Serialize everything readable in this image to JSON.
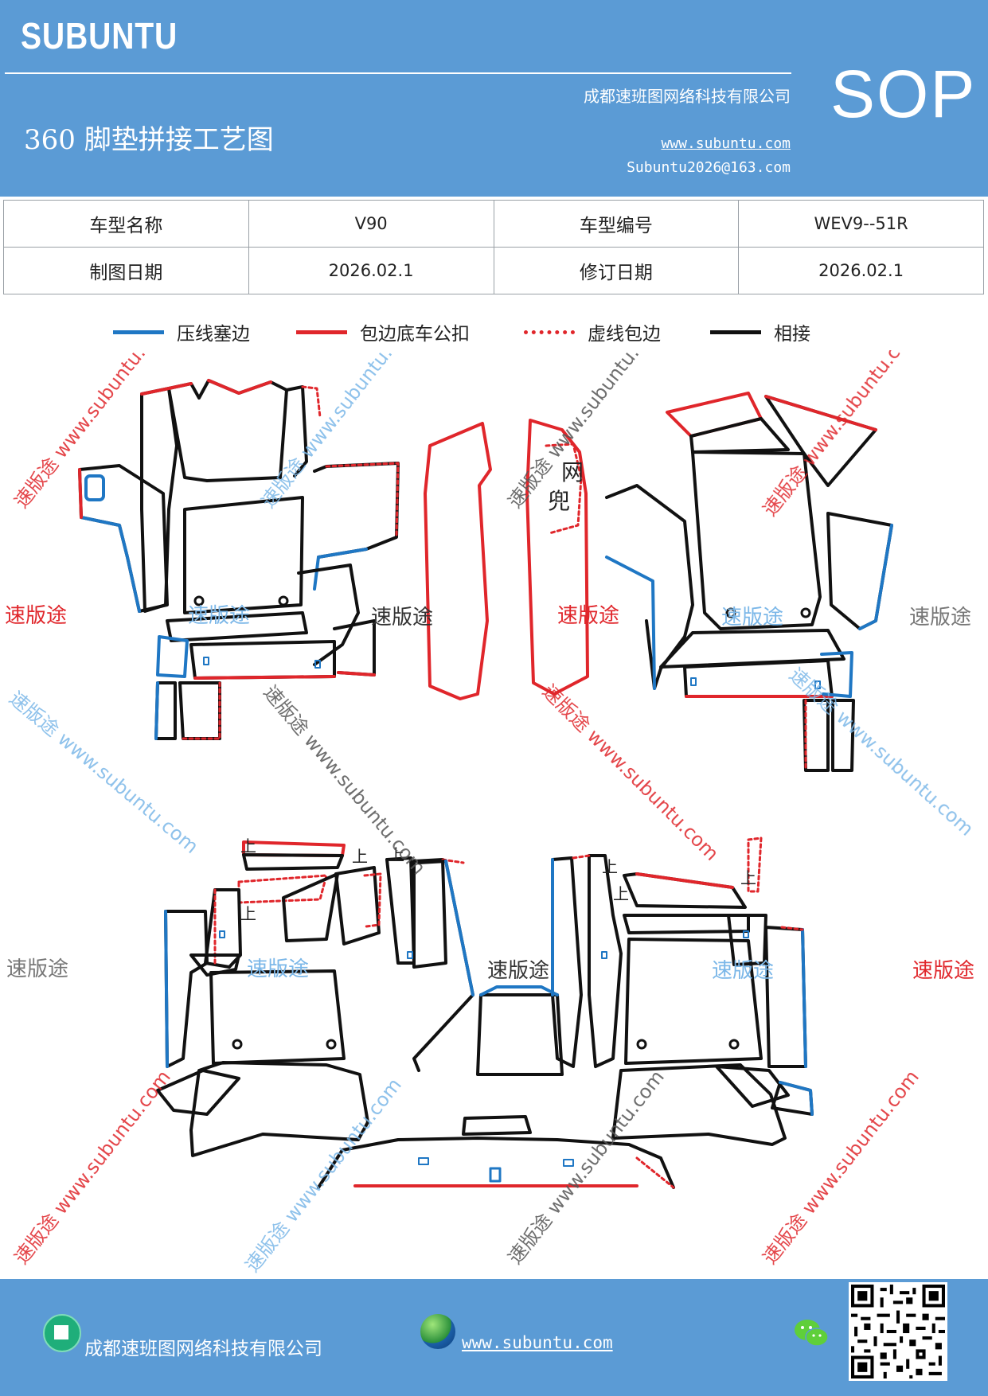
{
  "header": {
    "brand": "SUBUNTU",
    "company": "成都速班图网络科技有限公司",
    "title": "360 脚垫拼接工艺图",
    "website": "www.subuntu.com",
    "email": "Subuntu2026@163.com",
    "badge": "SOP"
  },
  "info_table": {
    "rows": [
      {
        "label1": "车型名称",
        "value1": "V90",
        "label2": "车型编号",
        "value2": "WEV9--51R"
      },
      {
        "label1": "制图日期",
        "value1": "2026.02.1",
        "label2": "修订日期",
        "value2": "2026.02.1"
      }
    ]
  },
  "legend": [
    {
      "label": "压线塞边",
      "color": "#1f77c4",
      "style": "solid"
    },
    {
      "label": "包边底车公扣",
      "color": "#e0262b",
      "style": "solid"
    },
    {
      "label": "虚线包边",
      "color": "#e0262b",
      "style": "dotted"
    },
    {
      "label": "相接",
      "color": "#111111",
      "style": "solid"
    }
  ],
  "diagram": {
    "net_pocket_label": "网兜",
    "top_mark": "上",
    "watermarks": {
      "brand_cn": "速版途",
      "url": "www.subuntu.com"
    }
  },
  "footer": {
    "company": "成都速班图网络科技有限公司",
    "website": "www.subuntu.com"
  },
  "colors": {
    "header_bg": "#5b9bd5",
    "blue_edge": "#1f77c4",
    "red_edge": "#e0262b",
    "outline": "#111111"
  }
}
